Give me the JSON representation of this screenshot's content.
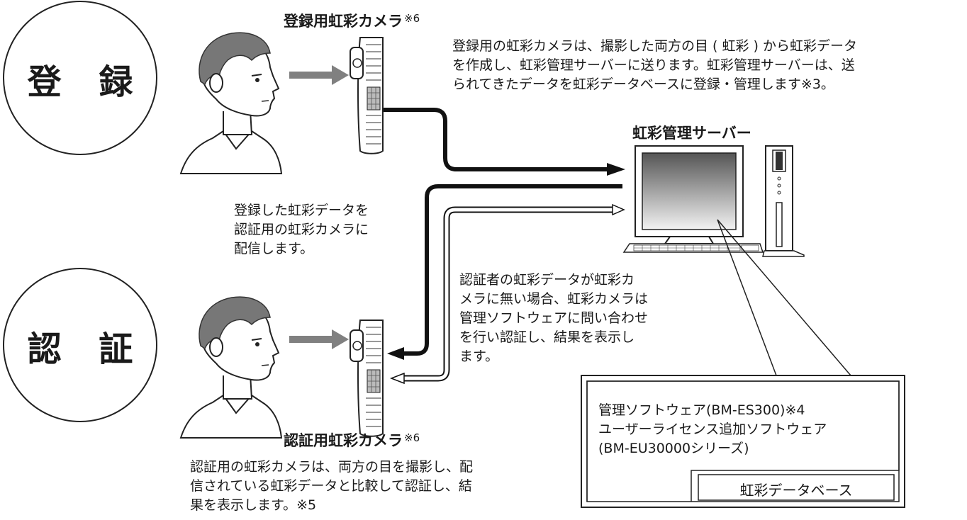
{
  "registration": {
    "label": "登 録",
    "camera_title": "登録用虹彩カメラ",
    "camera_note": "※6",
    "description": [
      "登録用の虹彩カメラは、撮影した両方の目 ( 虹彩 ) から虹彩データ",
      "を作成し、虹彩管理サーバーに送ります。虹彩管理サーバーは、送",
      "られてきたデータを虹彩データベースに登録・管理します※3。"
    ]
  },
  "server": {
    "title": "虹彩管理サーバー"
  },
  "distribution": {
    "description": [
      "登録した虹彩データを",
      "認証用の虹彩カメラに",
      "配信します。"
    ]
  },
  "query": {
    "description": [
      "認証者の虹彩データが虹彩カ",
      "メラに無い場合、虹彩カメラは",
      "管理ソフトウェアに問い合わせ",
      "を行い認証し、結果を表示し",
      "ます。"
    ]
  },
  "authentication": {
    "label": "認 証",
    "camera_title": "認証用虹彩カメラ",
    "camera_note": "※6",
    "description": [
      "認証用の虹彩カメラは、両方の目を撮影し、配",
      "信されている虹彩データと比較して認証し、結",
      "果を表示します。※5"
    ]
  },
  "software_box": {
    "lines": [
      "管理ソフトウェア(BM-ES300)※4",
      "ユーザーライセンス追加ソフトウェア",
      "(BM-EU30000シリーズ)"
    ],
    "database": "虹彩データベース"
  },
  "colors": {
    "line": "#111111",
    "arrow_gray": "#808080",
    "skin": "#ffffff",
    "hair": "#777777",
    "screen_dark": "#555555",
    "screen_light": "#f2f2f2"
  }
}
